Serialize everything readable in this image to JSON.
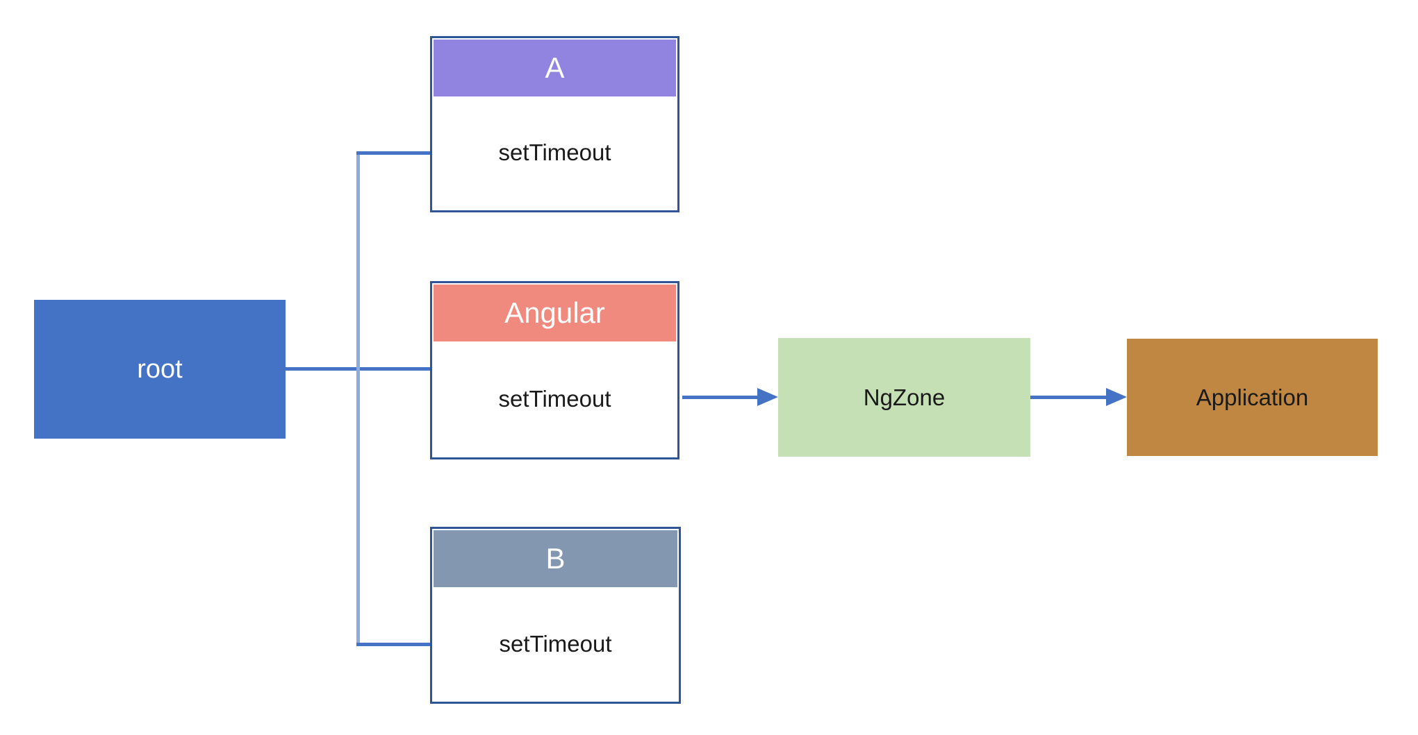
{
  "diagram": {
    "description": "Zone.js / Angular zones fork diagram: root zone forks to zones A, Angular and B; Angular's setTimeout notifies NgZone which updates the Application",
    "nodes": {
      "root": {
        "label": "root",
        "bg": "#4472C4",
        "text_color": "#FFFFFF"
      },
      "zone_a": {
        "header": "A",
        "body": "setTimeout",
        "header_bg": "#9183E0"
      },
      "zone_angular": {
        "header": "Angular",
        "body": "setTimeout",
        "header_bg": "#F08A7E"
      },
      "zone_b": {
        "header": "B",
        "body": "setTimeout",
        "header_bg": "#8497B0"
      },
      "ngzone": {
        "label": "NgZone",
        "bg": "#C5E0B4"
      },
      "application": {
        "label": "Application",
        "bg": "#C08742"
      }
    },
    "edges": [
      {
        "from": "root",
        "to": "zone_a",
        "style": "elbow",
        "arrow": false
      },
      {
        "from": "root",
        "to": "zone_angular",
        "style": "straight",
        "arrow": false
      },
      {
        "from": "root",
        "to": "zone_b",
        "style": "elbow",
        "arrow": false
      },
      {
        "from": "zone_angular",
        "to": "ngzone",
        "style": "straight",
        "arrow": true
      },
      {
        "from": "ngzone",
        "to": "application",
        "style": "straight",
        "arrow": true
      }
    ],
    "colors": {
      "connector": "#4472C4",
      "connector_light": "#8FAADC",
      "box_border": "#2F5597",
      "body_text": "#1A1A1A",
      "background": "#FFFFFF"
    }
  }
}
